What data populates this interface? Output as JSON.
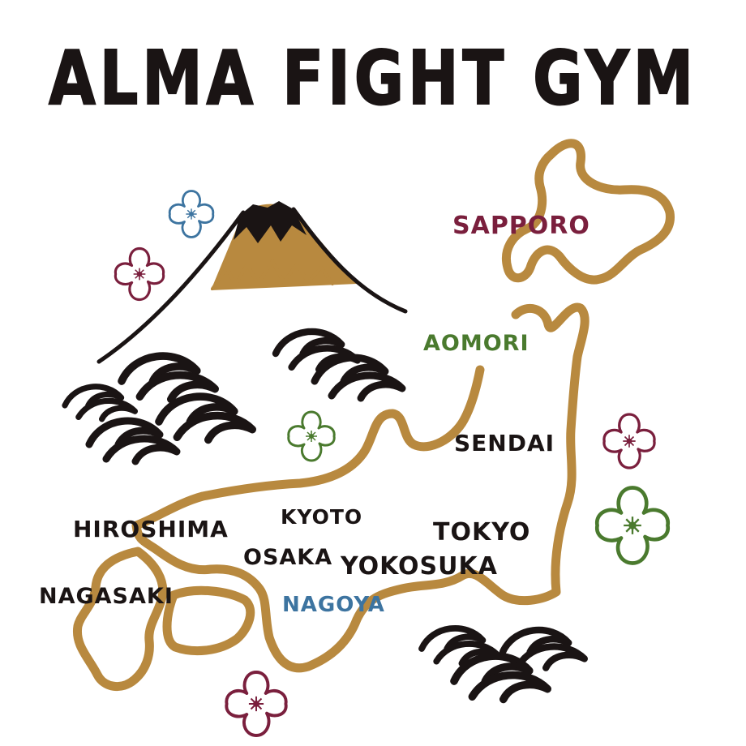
{
  "title": "ALMA FIGHT GYM",
  "colors": {
    "ink": "#1a1414",
    "gold": "#b8893f",
    "maroon": "#7a1f3d",
    "green": "#4a7a2e",
    "blue": "#3d74a0",
    "background": "#ffffff"
  },
  "cities": {
    "sapporo": "SAPPORO",
    "aomori": "AOMORI",
    "sendai": "SENDAI",
    "tokyo": "TOKYO",
    "yokosuka": "YOKOSUKA",
    "nagoya": "NAGOYA",
    "kyoto": "KYOTO",
    "osaka": "OSAKA",
    "hiroshima": "HIROSHIMA",
    "nagasaki": "NAGASAKI"
  },
  "icons": {
    "mountain": "mount-fuji-icon",
    "blossom": "sakura-blossom-icon",
    "wave": "wave-cloud-icon"
  }
}
